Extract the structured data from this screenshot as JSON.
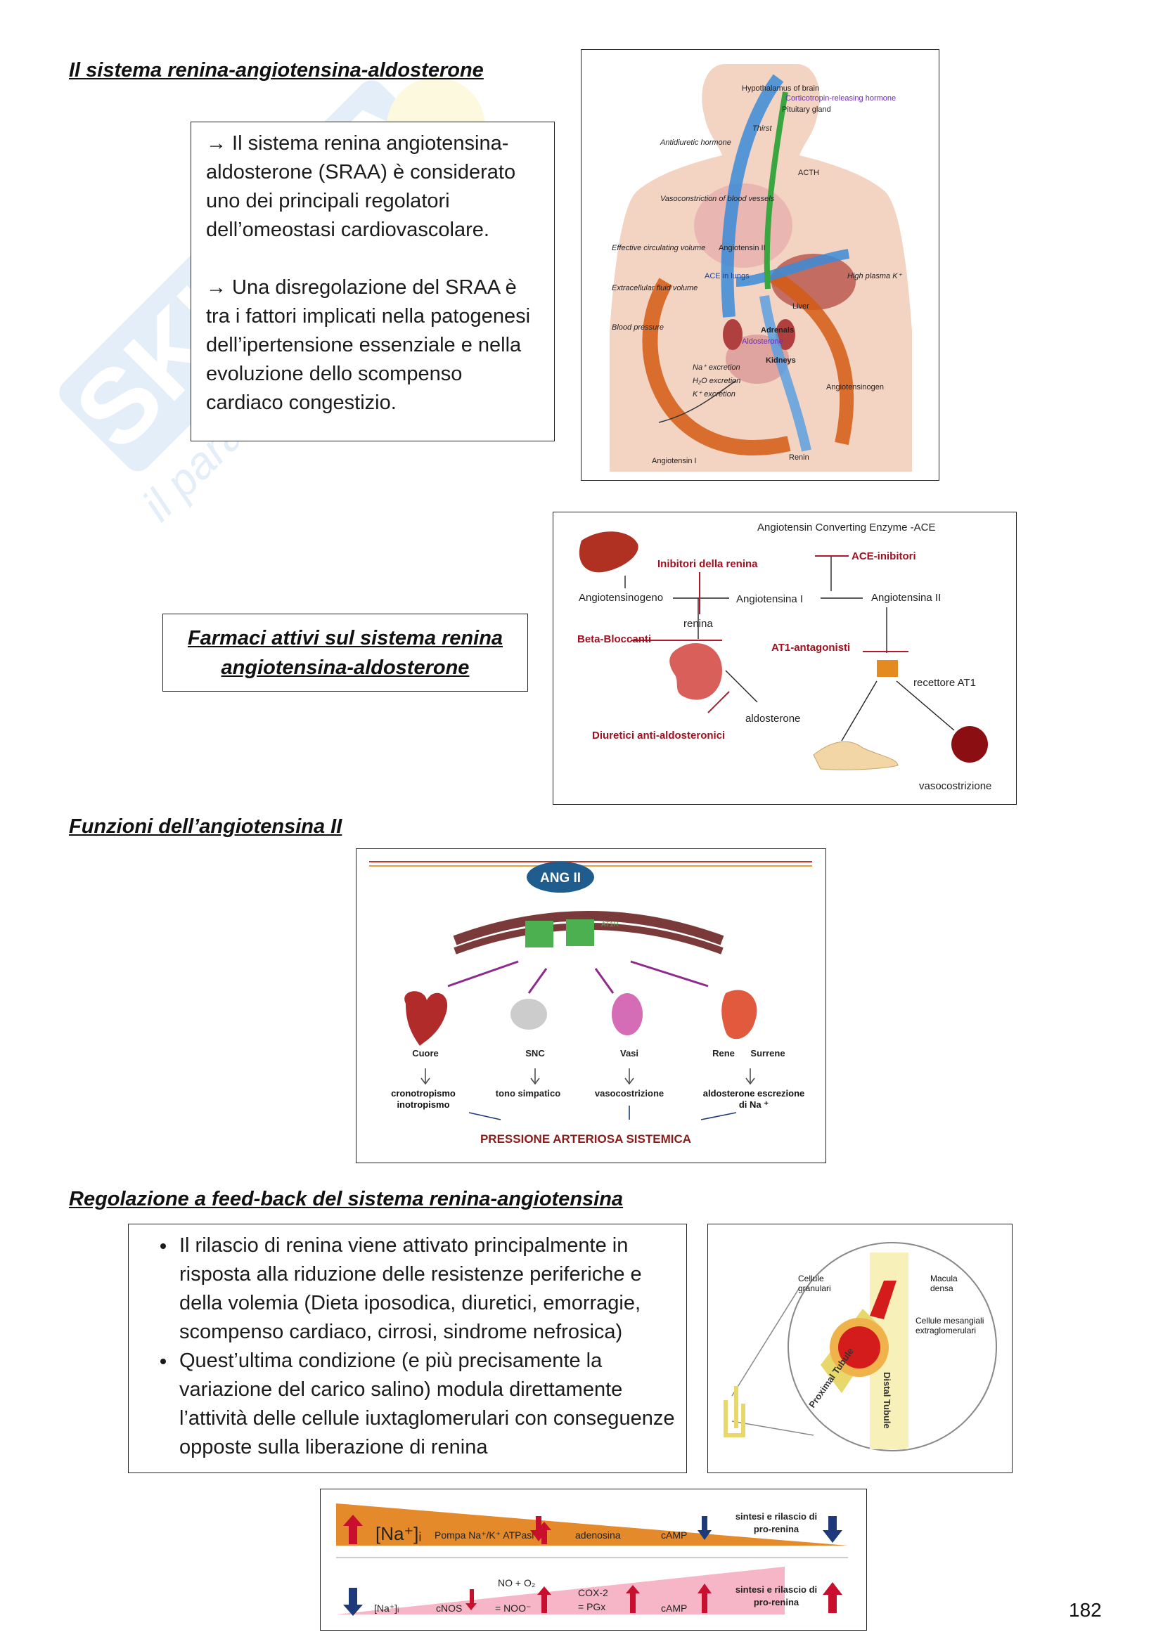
{
  "watermark": {
    "brand": "SKUOLA",
    "tagline": "il paradiso degli studenti"
  },
  "section1": {
    "heading": "Il sistema renina-angiotensina-aldosterone",
    "paragraphs": [
      "→ Il sistema renina angiotensina-aldosterone (SRAA) è considerato uno dei principali regolatori dell’omeostasi  cardiovascolare.",
      "→ Una disregolazione  del SRAA è tra i fattori implicati nella patogenesi dell’ipertensione essenziale e nella evoluzione dello scompenso cardiaco congestizio."
    ],
    "figure": {
      "labels": {
        "hypothalamus": "Hypothalamus of brain",
        "crh": "Corticotropin-releasing hormone",
        "pituitary": "Pituitary gland",
        "thirst": "Thirst",
        "adh": "Antidiuretic hormone",
        "acth": "ACTH",
        "vasoconstriction": "Vasoconstriction of blood vessels",
        "effective": "Effective circulating volume",
        "ecf": "Extracellular fluid volume",
        "bp": "Blood pressure",
        "angII": "Angiotensin II",
        "ace": "ACE in lungs",
        "highk": "High plasma K⁺",
        "liver": "Liver",
        "adrenals": "Adrenals",
        "aldosterone": "Aldosterone",
        "kidneys": "Kidneys",
        "na": "Na⁺ excretion",
        "h2o": "H₂O excretion",
        "k": "K⁺ excretion",
        "angiotensinogen": "Angiotensinogen",
        "renin": "Renin",
        "angI": "Angiotensin I"
      }
    }
  },
  "section2": {
    "heading": "Farmaci attivi sul sistema renina angiotensina-aldosterone",
    "figure": {
      "ace_title": "Angiotensin Converting Enzyme -ACE",
      "renin_inhibitors": "Inibitori della renina",
      "ace_inhibitors": "ACE-inibitori",
      "angiotensinogeno": "Angiotensinogeno",
      "angiotensina1": "Angiotensina I",
      "angiotensina2": "Angiotensina II",
      "renina": "renina",
      "beta": "Beta-Bloccanti",
      "at1ant": "AT1-antagonisti",
      "recettore": "recettore AT1",
      "aldosterone": "aldosterone",
      "diuretici": "Diuretici anti-aldosteronici",
      "vasocostrizione": "vasocostrizione"
    }
  },
  "section3": {
    "heading": "Funzioni dell’angiotensina II",
    "figure": {
      "ang": "ANG II",
      "receptor": "AT1R",
      "organs": [
        "Cuore",
        "SNC",
        "Vasi",
        "Rene",
        "Surrene"
      ],
      "effects": [
        "cronotropismo inotropismo",
        "tono simpatico",
        "vasocostrizione",
        "aldosterone escrezione di Na ⁺"
      ],
      "footer": "PRESSIONE ARTERIOSA SISTEMICA"
    }
  },
  "section4": {
    "heading": "Regolazione a feed-back del sistema renina-angiotensina",
    "bullets": [
      "Il rilascio di renina viene attivato principalmente in risposta alla riduzione delle resistenze periferiche e della volemia (Dieta iposodica, diuretici, emorragie, scompenso cardiaco, cirrosi, sindrome nefrosica)",
      "Quest’ultima condizione (e più precisamente la variazione del carico salino) modula direttamente l’attività delle cellule iuxtaglomerulari con conseguenze opposte sulla liberazione di renina"
    ],
    "figure": {
      "granular": "Cellule granulari",
      "macula": "Macula densa",
      "mesangial": "Cellule mesangiali extraglomerulari",
      "proximal": "Proximal Tubule",
      "distal": "Distal Tubule"
    }
  },
  "section5": {
    "top": {
      "na": "[Na⁺]ᵢ",
      "pump": "Pompa Na⁺/K⁺ ATPasi",
      "adenosine": "adenosina",
      "camp": "cAMP",
      "release": "sintesi e rilascio di pro-renina"
    },
    "bottom": {
      "na": "[Na⁺]ᵢ",
      "cnos": "cNOS",
      "no": "NO + O₂",
      "noo": "= NOO⁻",
      "cox": "COX-2",
      "pgx": "= PGx",
      "camp": "cAMP",
      "release": "sintesi e rilascio di pro-renina"
    },
    "colors": {
      "top_band": "#e58a2a",
      "bottom_band": "#f6b6c8",
      "up_arrow": "#c8102e",
      "down_arrow": "#1f3a7a"
    }
  },
  "page_number": "182"
}
